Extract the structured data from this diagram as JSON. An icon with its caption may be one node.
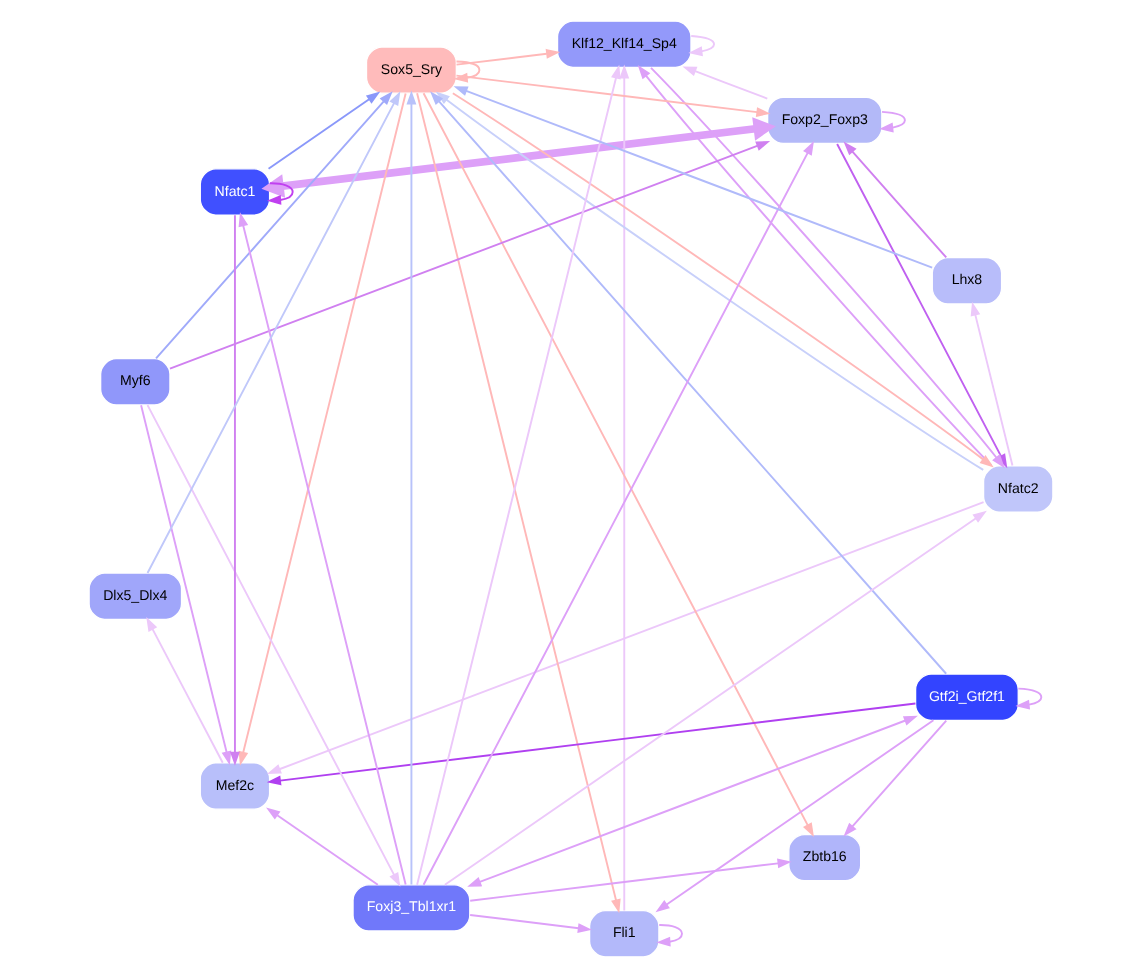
{
  "diagram": {
    "nodes": [
      {
        "text": [
          "Foxp2_Foxp3"
        ]
      },
      {
        "text": [
          "Fli1"
        ]
      },
      {
        "text": [
          "Mef2c"
        ]
      },
      {
        "text": [
          "Zbtb16"
        ]
      },
      {
        "text": [
          "Nfatc2"
        ]
      },
      {
        "text": [
          "Klf12_Klf14_Sp4"
        ]
      },
      {
        "text": [
          "Sox5_Sry"
        ]
      },
      {
        "text": [
          "Gtf2i_Gtf2f1"
        ]
      },
      {
        "text": [
          "Myf6"
        ]
      },
      {
        "text": [
          "Foxj3_Tbl1xr1"
        ]
      },
      {
        "text": [
          "Lhx8"
        ]
      },
      {
        "text": [
          "Nfatc1"
        ]
      },
      {
        "text": [
          "Dlx5_Dlx4"
        ]
      }
    ],
    "edges": [
      {
        "from": 6,
        "to": 0,
        "arrow": "to",
        "color": "#ffb8b8"
      },
      {
        "from": 6,
        "to": 1,
        "arrow": "to",
        "color": "#ffb8b8"
      },
      {
        "from": 6,
        "to": 2,
        "arrow": "to",
        "color": "#ffb8b8"
      },
      {
        "from": 6,
        "to": 3,
        "arrow": "to",
        "color": "#ffb8b8"
      },
      {
        "from": 6,
        "to": 4,
        "arrow": "to",
        "color": "#ffb8b8"
      },
      {
        "from": 6,
        "to": 5,
        "arrow": "to",
        "color": "#ffb8b8"
      },
      {
        "from": 6,
        "to": 6,
        "arrow": "to",
        "color": "#ffb8b8"
      },
      {
        "from": 4,
        "to": 6,
        "arrow": "to",
        "color": "#c8d0fa"
      },
      {
        "from": 7,
        "to": 6,
        "arrow": "to",
        "color": "#b0bafa"
      },
      {
        "from": 9,
        "to": 6,
        "arrow": "to",
        "color": "#b8c2fa"
      },
      {
        "from": 11,
        "to": 6,
        "arrow": "to",
        "color": "#8a98fa"
      },
      {
        "from": 12,
        "to": 6,
        "arrow": "to",
        "color": "#c0c8fa"
      },
      {
        "from": 10,
        "to": 6,
        "arrow": "to",
        "color": "#b0bafa"
      },
      {
        "from": 8,
        "to": 6,
        "arrow": "to",
        "color": "#a0aafa"
      },
      {
        "from": 0,
        "to": 0,
        "arrow": "to"
      },
      {
        "from": 1,
        "to": 1,
        "arrow": "to"
      },
      {
        "from": 5,
        "to": 5,
        "arrow": "to",
        "color": "#ecc8fa"
      },
      {
        "from": 7,
        "to": 7,
        "arrow": "to"
      },
      {
        "from": 11,
        "to": 11,
        "arrow": "to",
        "color": "#c040f0"
      },
      {
        "from": 0,
        "to": 11,
        "arrow": "both",
        "style": "thick"
      },
      {
        "from": 0,
        "to": 4,
        "arrow": "to",
        "color": "#c060f0"
      },
      {
        "from": 7,
        "to": 2,
        "arrow": "to",
        "color": "#b040f0"
      },
      {
        "from": 11,
        "to": 2,
        "arrow": "to",
        "color": "#d080f0"
      },
      {
        "from": 4,
        "to": 2,
        "arrow": "to",
        "color": "#ecc8fa"
      },
      {
        "from": 9,
        "to": 0,
        "arrow": "to"
      },
      {
        "from": 9,
        "to": 1,
        "arrow": "to"
      },
      {
        "from": 9,
        "to": 3,
        "arrow": "to"
      },
      {
        "from": 9,
        "to": 5,
        "arrow": "to",
        "color": "#ecc8fa"
      },
      {
        "from": 9,
        "to": 11,
        "arrow": "to"
      },
      {
        "from": 9,
        "to": 4,
        "arrow": "to",
        "color": "#ecc8fa"
      },
      {
        "from": 9,
        "to": 2,
        "arrow": "to"
      },
      {
        "from": 7,
        "to": 9,
        "arrow": "both"
      },
      {
        "from": 8,
        "to": 0,
        "arrow": "to",
        "color": "#d080f0"
      },
      {
        "from": 8,
        "to": 2,
        "arrow": "to"
      },
      {
        "from": 8,
        "to": 9,
        "arrow": "to",
        "color": "#ecc8fa"
      },
      {
        "from": 10,
        "to": 0,
        "arrow": "to",
        "color": "#d080f0"
      },
      {
        "from": 5,
        "to": 4,
        "arrow": "to"
      },
      {
        "from": 4,
        "to": 5,
        "arrow": "to"
      },
      {
        "from": 1,
        "to": 5,
        "arrow": "to",
        "color": "#ecc8fa"
      },
      {
        "from": 0,
        "to": 5,
        "arrow": "to",
        "color": "#ecc8fa"
      },
      {
        "from": 4,
        "to": 10,
        "arrow": "to",
        "color": "#ecc8fa"
      },
      {
        "from": 2,
        "to": 12,
        "arrow": "to",
        "color": "#ecc8fa"
      },
      {
        "from": 7,
        "to": 1,
        "arrow": "to"
      },
      {
        "from": 7,
        "to": 3,
        "arrow": "to"
      }
    ]
  }
}
